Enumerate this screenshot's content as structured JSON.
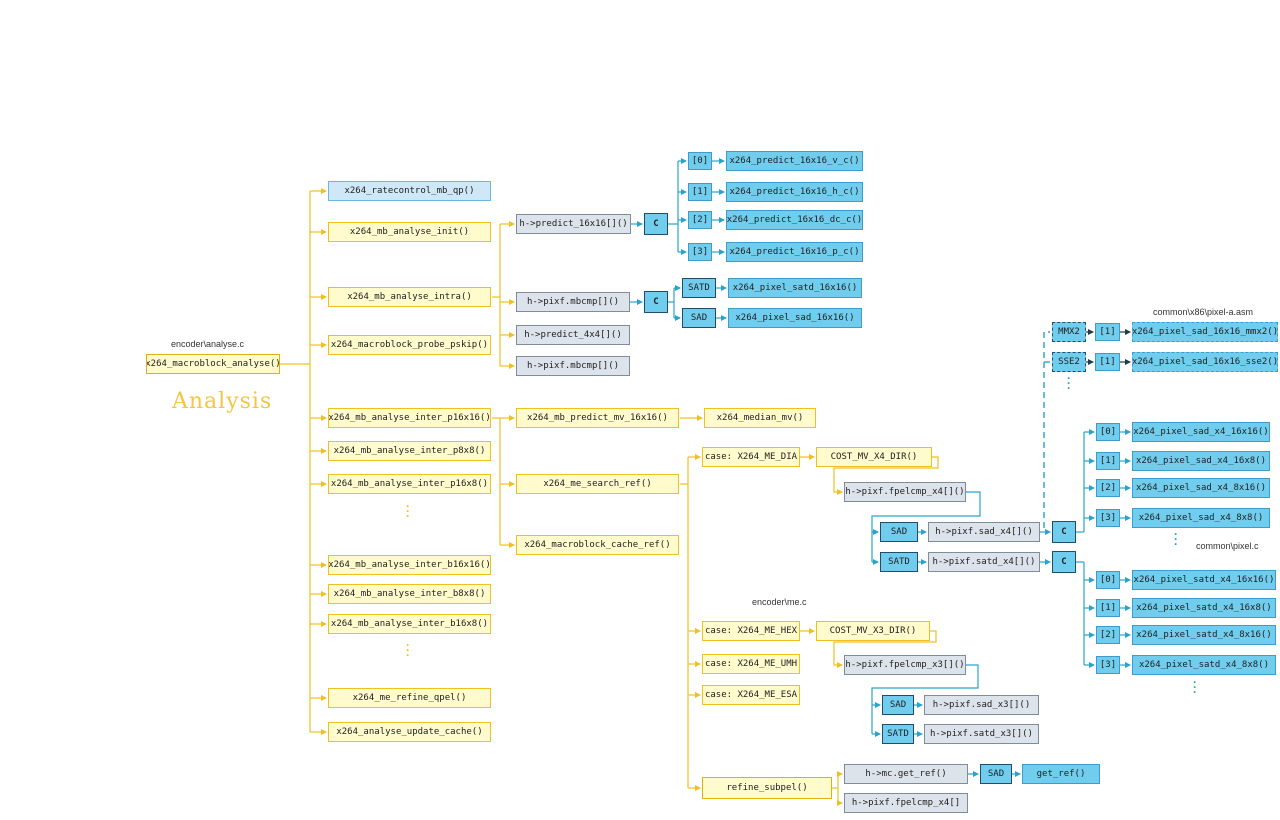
{
  "labels": {
    "encoder_analyse": "encoder\\analyse.c",
    "encoder_me": "encoder\\me.c",
    "common_pixel_asm": "common\\x86\\pixel-a.asm",
    "common_pixel_c": "common\\pixel.c",
    "analysis_title": "Analysis"
  },
  "colors": {
    "yellow_line": "#f0c020",
    "blue_line": "#29a3cc",
    "dark_arrow": "#1f3a4a",
    "title": "#f4c542"
  },
  "nodes": {
    "macroblock_analyse": "x264_macroblock_analyse()",
    "ratecontrol_mb_qp": "x264_ratecontrol_mb_qp()",
    "mb_analyse_init": "x264_mb_analyse_init()",
    "mb_analyse_intra": "x264_mb_analyse_intra()",
    "macroblock_probe_pskip": "x264_macroblock_probe_pskip()",
    "inter_p16x16": "x264_mb_analyse_inter_p16x16()",
    "inter_p8x8": "x264_mb_analyse_inter_p8x8()",
    "inter_p16x8": "x264_mb_analyse_inter_p16x8()",
    "inter_b16x16": "x264_mb_analyse_inter_b16x16()",
    "inter_b8x8": "x264_mb_analyse_inter_b8x8()",
    "inter_b16x8": "x264_mb_analyse_inter_b16x8()",
    "me_refine_qpel": "x264_me_refine_qpel()",
    "analyse_update_cache": "x264_analyse_update_cache()",
    "predict_16x16": "h->predict_16x16[]()",
    "pixf_mbcmp_1": "h->pixf.mbcmp[]()",
    "predict_4x4": "h->predict_4x4[]()",
    "pixf_mbcmp_2": "h->pixf.mbcmp[]()",
    "c_predict": "C",
    "c_mbcmp": "C",
    "idx_p0": "[0]",
    "idx_p1": "[1]",
    "idx_p2": "[2]",
    "idx_p3": "[3]",
    "predict_16x16_v_c": "x264_predict_16x16_v_c()",
    "predict_16x16_h_c": "x264_predict_16x16_h_c()",
    "predict_16x16_dc_c": "x264_predict_16x16_dc_c()",
    "predict_16x16_p_c": "x264_predict_16x16_p_c()",
    "satd_mb": "SATD",
    "sad_mb": "SAD",
    "pixel_satd_16x16": "x264_pixel_satd_16x16()",
    "pixel_sad_16x16": "x264_pixel_sad_16x16()",
    "mb_predict_mv_16x16": "x264_mb_predict_mv_16x16()",
    "median_mv": "x264_median_mv()",
    "me_search_ref": "x264_me_search_ref()",
    "macroblock_cache_ref": "x264_macroblock_cache_ref()",
    "case_dia": "case: X264_ME_DIA",
    "cost_x4": "COST_MV_X4_DIR()",
    "fpelcmp_x4": "h->pixf.fpelcmp_x4[]()",
    "sad_x4_box": "SAD",
    "sad_x4_call": "h->pixf.sad_x4[]()",
    "satd_x4_box": "SATD",
    "satd_x4_call": "h->pixf.satd_x4[]()",
    "c_sad_x4": "C",
    "c_satd_x4": "C",
    "mmx2": "MMX2",
    "sse2": "SSE2",
    "idx_mmx2": "[1]",
    "idx_sse2": "[1]",
    "sad_16x16_mmx2": "x264_pixel_sad_16x16_mmx2()",
    "sad_16x16_sse2": "x264_pixel_sad_16x16_sse2()",
    "idx_s0": "[0]",
    "idx_s1": "[1]",
    "idx_s2": "[2]",
    "idx_s3": "[3]",
    "sad_x4_16x16": "x264_pixel_sad_x4_16x16()",
    "sad_x4_16x8": "x264_pixel_sad_x4_16x8()",
    "sad_x4_8x16": "x264_pixel_sad_x4_8x16()",
    "sad_x4_8x8": "x264_pixel_sad_x4_8x8()",
    "idx_t0": "[0]",
    "idx_t1": "[1]",
    "idx_t2": "[2]",
    "idx_t3": "[3]",
    "satd_x4_16x16": "x264_pixel_satd_x4_16x16()",
    "satd_x4_16x8": "x264_pixel_satd_x4_16x8()",
    "satd_x4_8x16": "x264_pixel_satd_x4_8x16()",
    "satd_x4_8x8": "x264_pixel_satd_x4_8x8()",
    "case_hex": "case: X264_ME_HEX",
    "cost_x3": "COST_MV_X3_DIR()",
    "fpelcmp_x3": "h->pixf.fpelcmp_x3[]()",
    "case_umh": "case: X264_ME_UMH",
    "case_esa": "case: X264_ME_ESA",
    "sad_x3_box": "SAD",
    "sad_x3_call": "h->pixf.sad_x3[]()",
    "satd_x3_box": "SATD",
    "satd_x3_call": "h->pixf.satd_x3[]()",
    "refine_subpel": "refine_subpel()",
    "mc_get_ref": "h->mc.get_ref()",
    "sad_getref": "SAD",
    "get_ref": "get_ref()",
    "fpelcmp_x4_b": "h->pixf.fpelcmp_x4[]"
  }
}
